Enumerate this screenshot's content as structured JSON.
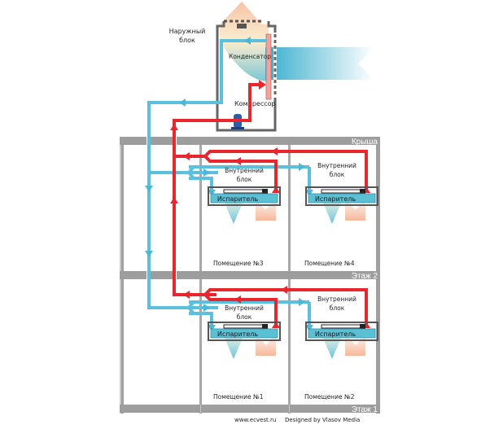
{
  "outdoor_unit": {
    "label_line1": "Наружный",
    "label_line2": "блок",
    "condenser_label": "Конденсатор",
    "compressor_label": "Компрессор"
  },
  "floors": [
    {
      "label": "Крыша"
    },
    {
      "label": "Этаж 2"
    },
    {
      "label": "Этаж 1"
    }
  ],
  "indoor_units": [
    {
      "label_line1": "Внутренний",
      "label_line2": "блок",
      "evaporator_label": "Испаритель",
      "room": "Помещение №3"
    },
    {
      "label_line1": "Внутренний",
      "label_line2": "блок",
      "evaporator_label": "Испаритель",
      "room": "Помещение №4"
    },
    {
      "label_line1": "Внутренний",
      "label_line2": "блок",
      "evaporator_label": "Испаритель",
      "room": "Помещение №1"
    },
    {
      "label_line1": "Внутренний",
      "label_line2": "блок",
      "evaporator_label": "Испаритель",
      "room": "Помещение №2"
    }
  ],
  "colors": {
    "hot_line": "#e8262d",
    "cold_line": "#5bc0de",
    "wall": "#a0a0a0",
    "unit_outline": "#555555",
    "condenser": "#f0a39a",
    "compressor": "#2d5da8"
  },
  "credit": {
    "site": "www.ecvest.ru",
    "designer": "Designed by Vlasov Media"
  }
}
